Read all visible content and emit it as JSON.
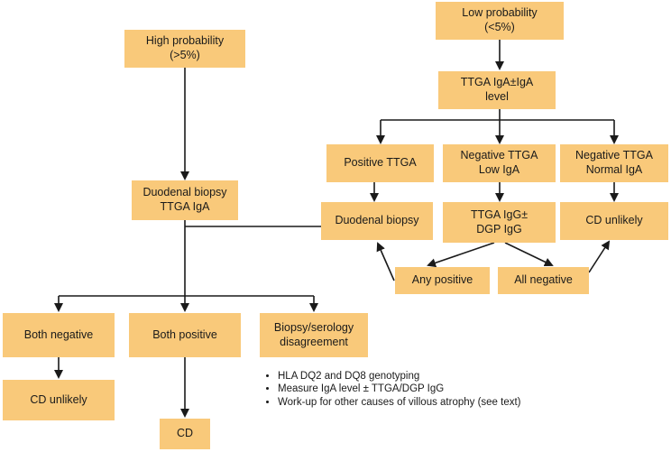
{
  "nodes": {
    "low_prob": {
      "line1": "Low probability",
      "line2": "(<5%)"
    },
    "high_prob": {
      "line1": "High probability",
      "line2": "(>5%)"
    },
    "ttga_level": {
      "line1": "TTGA IgA±IgA",
      "line2": "level"
    },
    "positive_ttga": {
      "line1": "Positive TTGA"
    },
    "neg_low_iga": {
      "line1": "Negative TTGA",
      "line2": "Low IgA"
    },
    "neg_normal_iga": {
      "line1": "Negative TTGA",
      "line2": "Normal IgA"
    },
    "duodenal_ttga": {
      "line1": "Duodenal biopsy",
      "line2": "TTGA IgA"
    },
    "duodenal_biopsy": {
      "line1": "Duodenal biopsy"
    },
    "ttga_igg": {
      "line1": "TTGA IgG±",
      "line2": "DGP IgG"
    },
    "cd_unlikely_right": {
      "line1": "CD unlikely"
    },
    "any_positive": {
      "line1": "Any positive"
    },
    "all_negative": {
      "line1": "All negative"
    },
    "both_negative": {
      "line1": "Both negative"
    },
    "both_positive": {
      "line1": "Both positive"
    },
    "disagreement": {
      "line1": "Biopsy/serology",
      "line2": "disagreement"
    },
    "cd_unlikely_left": {
      "line1": "CD unlikely"
    },
    "cd": {
      "line1": "CD"
    }
  },
  "notes": [
    "HLA DQ2 and DQ8 genotyping",
    "Measure IgA level ± TTGA/DGP IgG",
    "Work-up for other causes of villous atrophy (see text)"
  ],
  "colors": {
    "box_fill": "#f9c97a",
    "line": "#1a1a1a"
  }
}
